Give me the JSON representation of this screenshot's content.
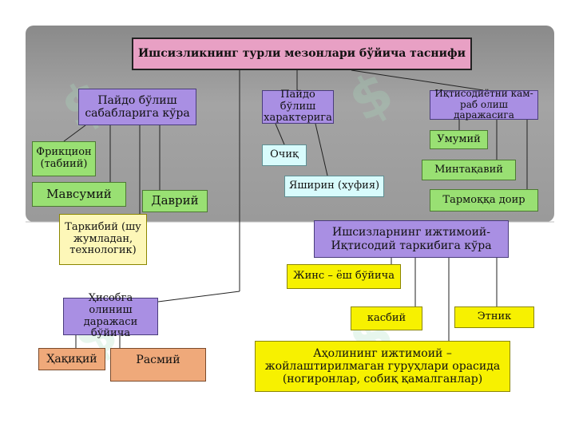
{
  "title": "Ишсизликнинг турли мезонлари бўйича таснифи",
  "boxes": {
    "cause": "Пайдо бўлиш сабабларига кўра",
    "character": "Пайдо бўлиш характерига",
    "coverage": "Иқтисодиётни кам-раб олиш даражасига",
    "frictional": "Фрикцион (табиий)",
    "seasonal": "Мавсумий",
    "periodic": "Даврий",
    "structural": "Таркибий (шу жумладан, технологик)",
    "open": "Очиқ",
    "hidden": "Яширин (хуфия)",
    "general": "Умумий",
    "regional": "Минтақавий",
    "sectoral": "Тармоққа доир",
    "socio": "Ишсизларнинг ижтимоий-Иқтисодий таркибига кўра",
    "gender": "Жинс – ёш бўйича",
    "profession": "касбий",
    "ethnic": "Этник",
    "accounting": "Ҳисобга олиниш даражаси бўйича",
    "real": "Ҳақиқий",
    "official": "Расмий",
    "vulnerable": "Аҳолининг ижтимоий – жойлаштирилмаган гуруҳлари орасида (ногиронлар, собиқ қамалганлар)"
  },
  "colors": {
    "title_bg": "#e8a0c4",
    "level1_bg": "#a98fe3",
    "leaf_bg": "#99e073",
    "character_leaf_bg": "#d8fbfc",
    "socio_leaf_bg": "#f7f100",
    "accounting_leaf_bg": "#efa97a",
    "structural_bg": "#fdf7b8",
    "panel_bg": "#9a9a9a"
  }
}
